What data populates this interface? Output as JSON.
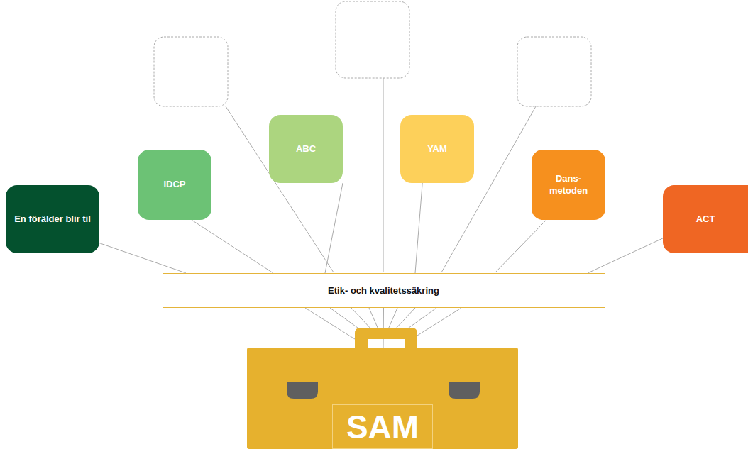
{
  "diagram": {
    "nodes": [
      {
        "text": [
          "En förälder blir til"
        ]
      },
      {
        "text": [
          "IDCP"
        ]
      },
      {
        "text": [
          "ABC"
        ]
      },
      {
        "text": [
          "YAM"
        ]
      },
      {
        "text": [
          "Dans- metoden"
        ]
      },
      {
        "text": [
          "ACT"
        ]
      },
      {
        "text": [
          "Etik- och kvalitetssäkring"
        ]
      },
      {
        "text": [
          "SAM"
        ]
      }
    ],
    "edges": [
      {
        "from": 0,
        "to": 6,
        "arrow": "none"
      },
      {
        "from": 1,
        "to": 6,
        "arrow": "none"
      },
      {
        "from": 2,
        "to": 6,
        "arrow": "none"
      },
      {
        "from": 3,
        "to": 6,
        "arrow": "none"
      },
      {
        "from": 4,
        "to": 6,
        "arrow": "none"
      },
      {
        "from": 5,
        "to": 6,
        "arrow": "none"
      },
      {
        "from": 6,
        "to": 7,
        "arrow": "none"
      }
    ]
  }
}
